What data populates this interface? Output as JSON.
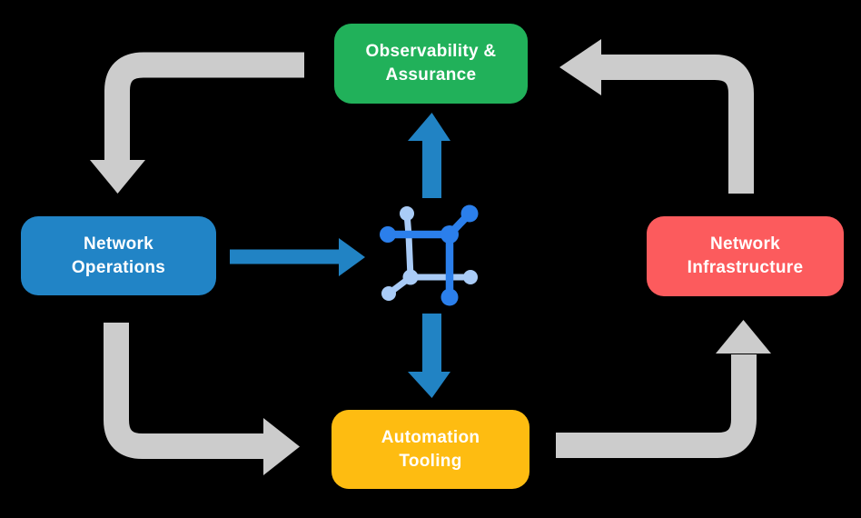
{
  "colors": {
    "background": "#000000",
    "observability_green": "#21B15A",
    "operations_blue": "#2184C6",
    "infrastructure_red": "#FC5B5D",
    "tooling_yellow": "#FEBC11",
    "flow_arrow_gray": "#CCCCCC",
    "data_arrow_blue": "#2183C4",
    "icon_dark_blue": "#2B7FEB",
    "icon_light_blue": "#A9CBF6",
    "label_text": "#FFFFFF"
  },
  "nodes": {
    "observability": {
      "line1": "Observability &",
      "line2": "Assurance"
    },
    "operations": {
      "line1": "Network",
      "line2": "Operations"
    },
    "infrastructure": {
      "line1": "Network",
      "line2": "Infrastructure"
    },
    "tooling": {
      "line1": "Automation",
      "line2": "Tooling"
    }
  },
  "icons": {
    "center": "network-mesh-icon"
  }
}
